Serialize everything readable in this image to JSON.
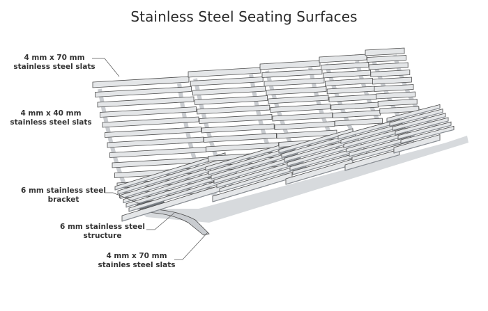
{
  "title": "Stainless Steel Seating Surfaces",
  "callouts": [
    {
      "line1": "4 mm x 70 mm",
      "line2": "stainless steel slats"
    },
    {
      "line1": "4 mm x 40 mm",
      "line2": "stainless steel slats"
    },
    {
      "line1": "6 mm stainless steel",
      "line2": "bracket"
    },
    {
      "line1": "6 mm stainless steel",
      "line2": "structure"
    },
    {
      "line1": "4 mm x 70 mm",
      "line2": "stainles steel slats"
    }
  ],
  "colors": {
    "slat_fill": "#e4e6e8",
    "slat_stroke": "#4a4a4a",
    "structure": "#c9ccd0",
    "shadow": "#9aa0a6",
    "leader": "#555555"
  }
}
